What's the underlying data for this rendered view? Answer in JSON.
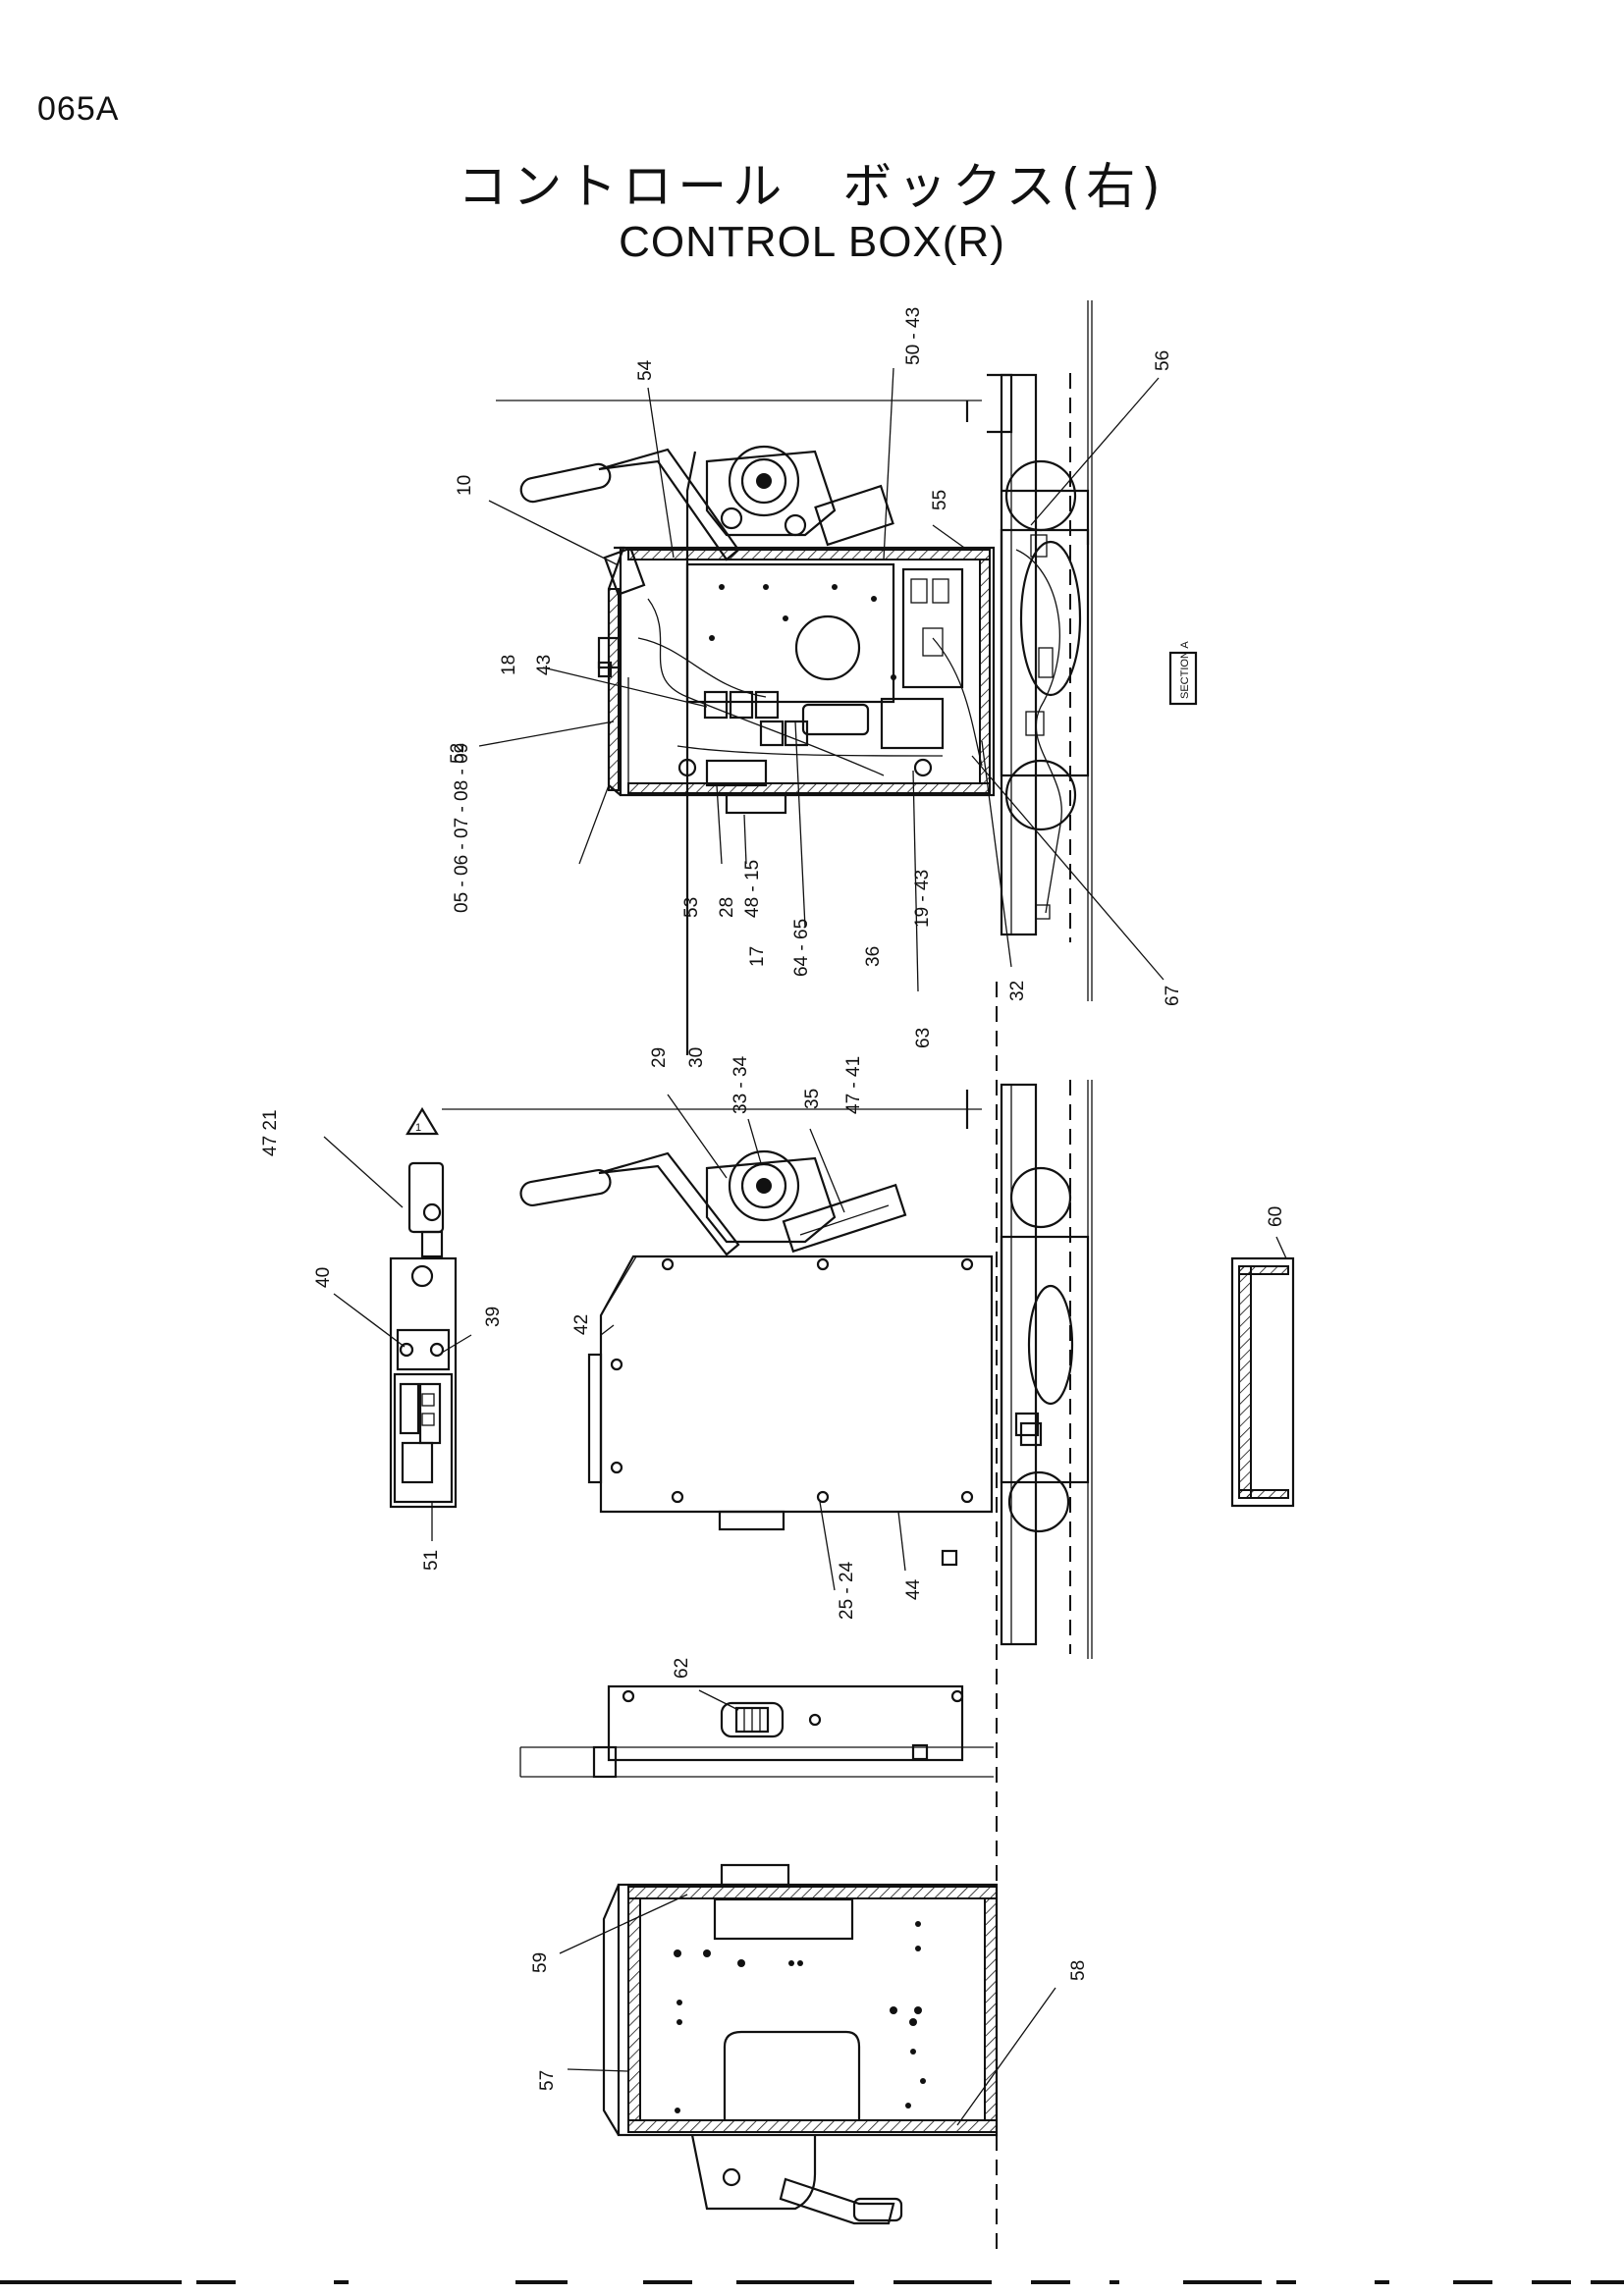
{
  "page_code": "065A",
  "title_jp": "コントロール　ボックス(右)",
  "title_en": "CONTROL  BOX(R)",
  "section_tag": "SECTION A",
  "callouts": {
    "c54": "54",
    "c50_43": "50 - 43",
    "c10": "10",
    "c55": "55",
    "c56": "56",
    "c18": "18",
    "c43": "43",
    "c52": "52",
    "c05_09": "05 - 06 - 07 - 08 - 09",
    "c53": "53",
    "c28": "28",
    "c48_15": "48 - 15",
    "c17": "17",
    "c64_65": "64 - 65",
    "c36": "36",
    "c19_43": "19 - 43",
    "c63": "63",
    "c32": "32",
    "c67": "67",
    "c47_21": "47 21",
    "c29": "29",
    "c30": "30",
    "c33_34": "33 - 34",
    "c35": "35",
    "c47_41": "47 - 41",
    "c60": "60",
    "c40": "40",
    "c39": "39",
    "c42": "42",
    "c51": "51",
    "c25_24": "25 - 24",
    "c44": "44",
    "c62": "62",
    "c59": "59",
    "c58": "58",
    "c57": "57"
  }
}
